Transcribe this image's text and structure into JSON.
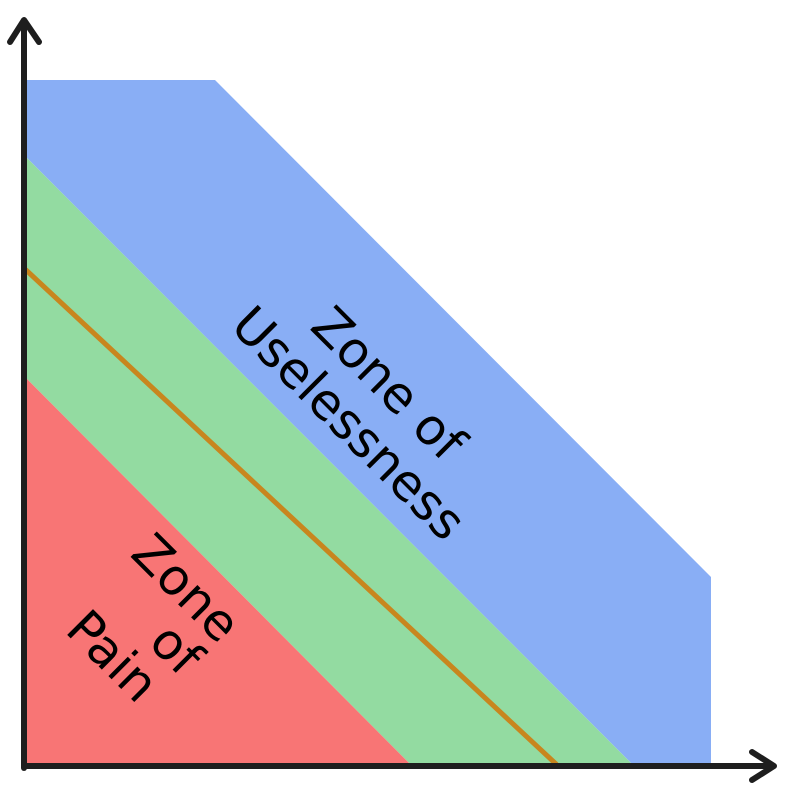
{
  "colors": {
    "background": "#ffffff",
    "zone_uselessness": "#89aef5",
    "zone_middle": "#93dba1",
    "zone_pain": "#f87575",
    "main_sequence_line": "#c8861e",
    "axes": "#1e1e1e",
    "label_text": "#000000"
  },
  "zones": {
    "uselessness": {
      "label_lines": [
        "Zone of",
        "Uselessness"
      ]
    },
    "pain": {
      "label_lines": [
        "Zone",
        "of",
        "Pain"
      ]
    }
  }
}
